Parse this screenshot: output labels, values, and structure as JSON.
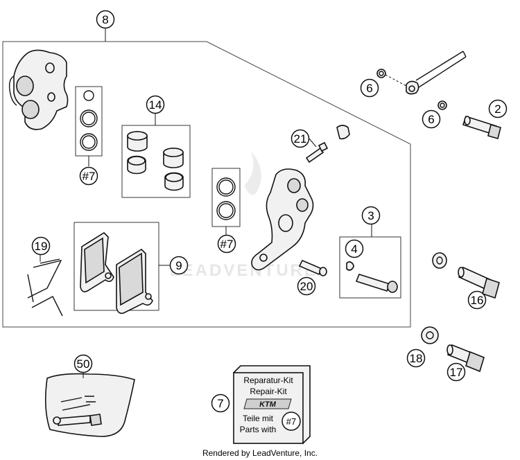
{
  "callouts": [
    {
      "label": "8"
    },
    {
      "label": "#7"
    },
    {
      "label": "14"
    },
    {
      "label": "21"
    },
    {
      "label": "6"
    },
    {
      "label": "6"
    },
    {
      "label": "2"
    },
    {
      "label": "3"
    },
    {
      "label": "4"
    },
    {
      "label": "#7"
    },
    {
      "label": "19"
    },
    {
      "label": "9"
    },
    {
      "label": "20"
    },
    {
      "label": "16"
    },
    {
      "label": "18"
    },
    {
      "label": "17"
    },
    {
      "label": "50"
    },
    {
      "label": "7"
    }
  ],
  "repair_kit": {
    "line1": "Reparatur-Kit",
    "line2": "Repair-Kit",
    "logo": "KTM",
    "line3": "Teile mit",
    "line4": "Parts with",
    "ref": "#7"
  },
  "watermark": "LEADVENTURE",
  "footer": "Rendered by LeadVenture, Inc."
}
